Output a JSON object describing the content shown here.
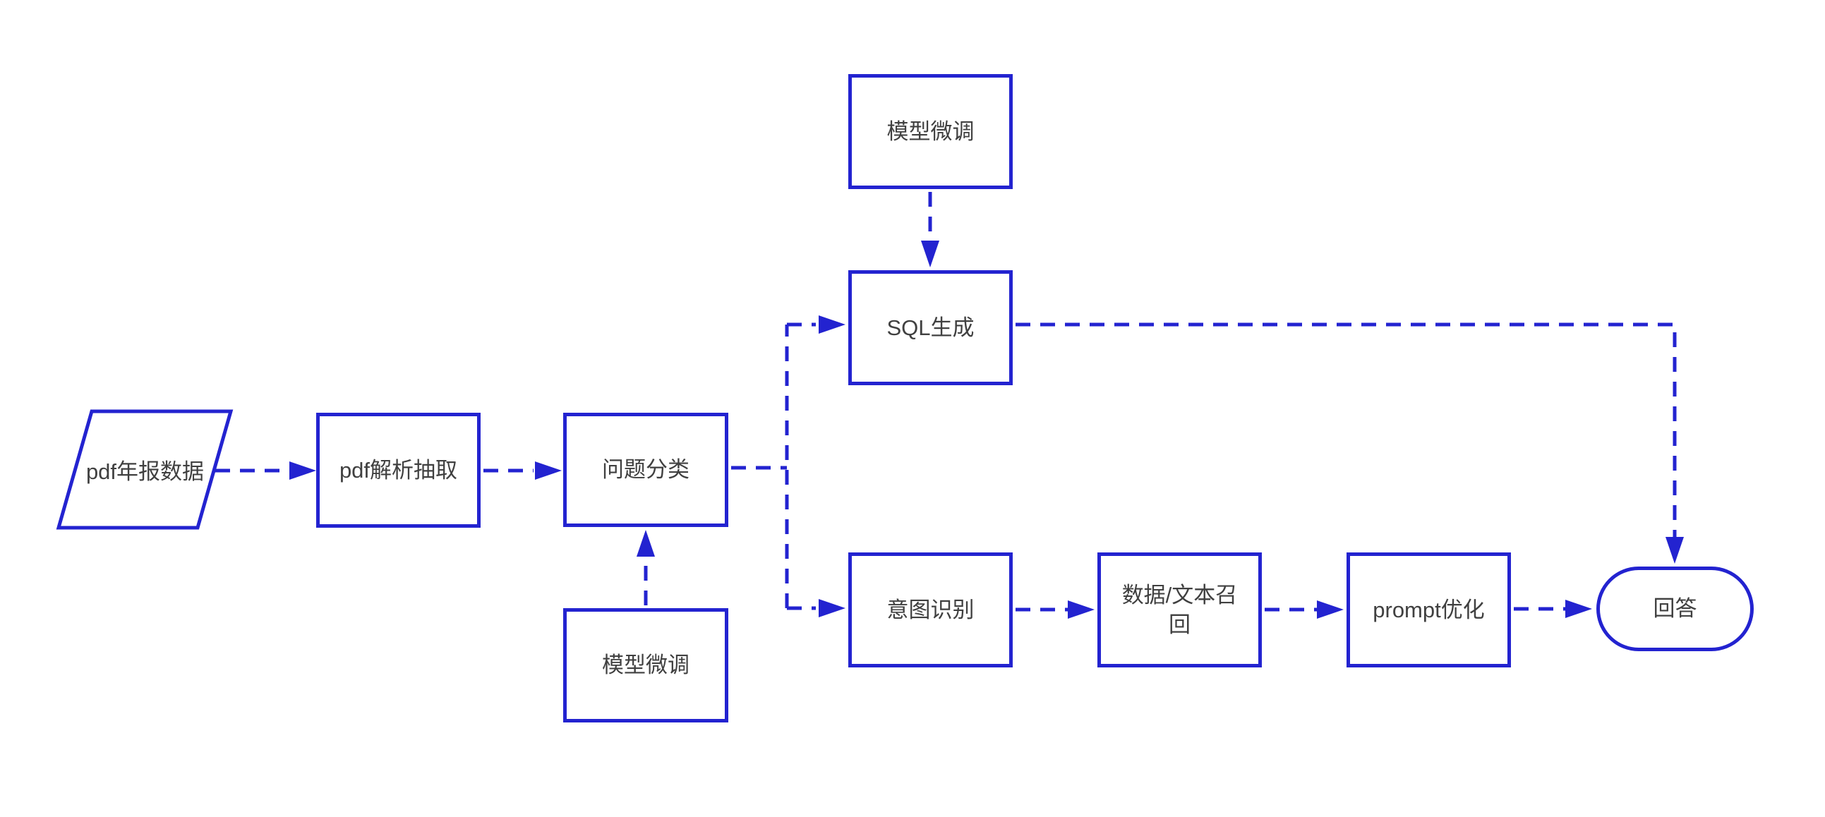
{
  "diagram": {
    "type": "flowchart",
    "colors": {
      "accent": "#2323d0",
      "text": "#404040",
      "background": "#ffffff"
    },
    "nodes": [
      {
        "id": "pdf-annual-report-data",
        "label": "pdf年报数据",
        "shape": "parallelogram"
      },
      {
        "id": "pdf-parse-extract",
        "label": "pdf解析抽取",
        "shape": "rect"
      },
      {
        "id": "question-classification",
        "label": "问题分类",
        "shape": "rect"
      },
      {
        "id": "model-finetune-bottom",
        "label": "模型微调",
        "shape": "rect"
      },
      {
        "id": "model-finetune-top",
        "label": "模型微调",
        "shape": "rect"
      },
      {
        "id": "sql-generation",
        "label": "SQL生成",
        "shape": "rect"
      },
      {
        "id": "intent-recognition",
        "label": "意图识别",
        "shape": "rect"
      },
      {
        "id": "data-text-recall",
        "label": "数据/文本召回",
        "shape": "rect"
      },
      {
        "id": "prompt-optimization",
        "label": "prompt优化",
        "shape": "rect"
      },
      {
        "id": "answer",
        "label": "回答",
        "shape": "stadium"
      }
    ],
    "edges": [
      {
        "from": "pdf年报数据",
        "to": "pdf解析抽取",
        "style": "dashed-arrow"
      },
      {
        "from": "pdf解析抽取",
        "to": "问题分类",
        "style": "dashed-arrow"
      },
      {
        "from": "问题分类",
        "to": "SQL生成",
        "style": "dashed-arrow"
      },
      {
        "from": "问题分类",
        "to": "意图识别",
        "style": "dashed-arrow"
      },
      {
        "from": "模型微调(上)",
        "to": "SQL生成",
        "style": "dashed-arrow"
      },
      {
        "from": "模型微调(下)",
        "to": "问题分类",
        "style": "dashed-arrow"
      },
      {
        "from": "SQL生成",
        "to": "回答",
        "style": "dashed-arrow"
      },
      {
        "from": "意图识别",
        "to": "数据/文本召回",
        "style": "dashed-arrow"
      },
      {
        "from": "数据/文本召回",
        "to": "prompt优化",
        "style": "dashed-arrow"
      },
      {
        "from": "prompt优化",
        "to": "回答",
        "style": "dashed-arrow"
      }
    ]
  }
}
